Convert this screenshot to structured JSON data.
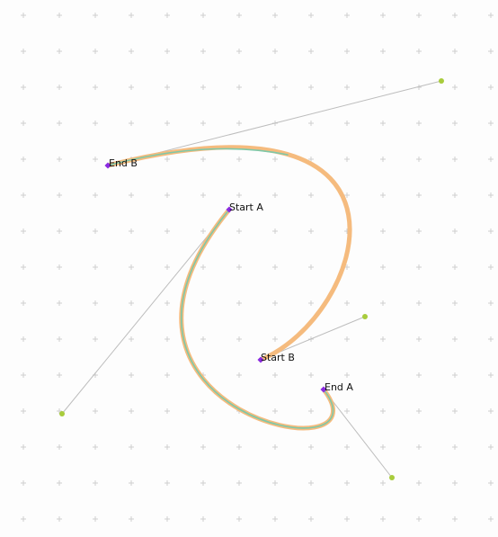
{
  "curves": {
    "a": {
      "start_label": "Start A",
      "end_label": "End A",
      "stroke_outer": "#f5bb7e",
      "stroke_inner": "#7ec8a8"
    },
    "b": {
      "start_label": "Start B",
      "end_label": "End B",
      "stroke": "#f5bb7e"
    }
  },
  "colors": {
    "background": "#fdfdfd",
    "grid_cross": "#cfcfcf",
    "handle_line": "#bdbdbd",
    "handle_point": "#a8cc3c",
    "anchor_point": "#8a2be2"
  }
}
